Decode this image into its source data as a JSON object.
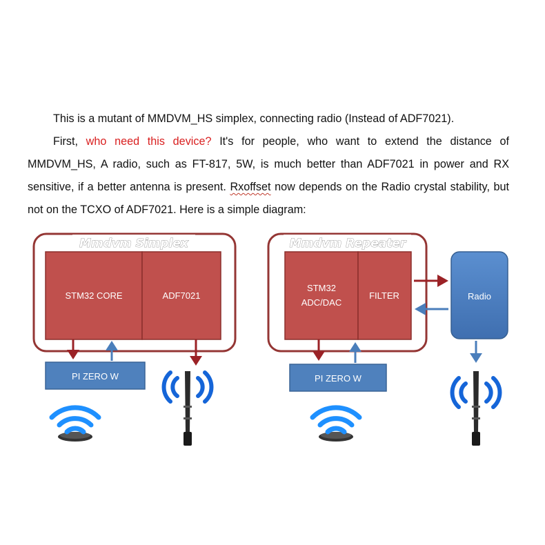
{
  "text": {
    "p1": "This is a mutant of MMDVM_HS simplex, connecting radio (Instead of ADF7021).",
    "p2_start": "First, ",
    "p2_red": "who need this device?",
    "p2_mid": " It's for people, who want to extend the distance of MMDVM_HS, A radio, such as FT-817, 5W, is much better than ADF7021 in power and RX sensitive, if a better antenna is present. ",
    "p2_squiggle": "Rxoffset",
    "p2_end": " now depends on the Radio crystal stability, but not on the TCXO of ADF7021. Here is a simple diagram:"
  },
  "simplex": {
    "title": "Mmdvm Simplex",
    "core_label": "STM32 CORE",
    "adf_label": "ADF7021",
    "pi_label": "PI ZERO W"
  },
  "repeater": {
    "title": "Mmdvm Repeater",
    "stm_line1": "STM32",
    "stm_line2": "ADC/DAC",
    "filter_label": "FILTER",
    "pi_label": "PI ZERO W",
    "radio_label": "Radio"
  },
  "colors": {
    "block_red": "#c0504d",
    "outline_dark_red": "#943634",
    "block_blue": "#4f81bd",
    "arrow_red": "#9b2226",
    "arrow_blue": "#4a7ebb",
    "wifi_blue": "#1e90ff",
    "accent_red_text": "#d91f1f"
  },
  "icons": [
    "wifi-icon",
    "antenna-icon",
    "radio-waves-icon",
    "arrow-icon"
  ]
}
